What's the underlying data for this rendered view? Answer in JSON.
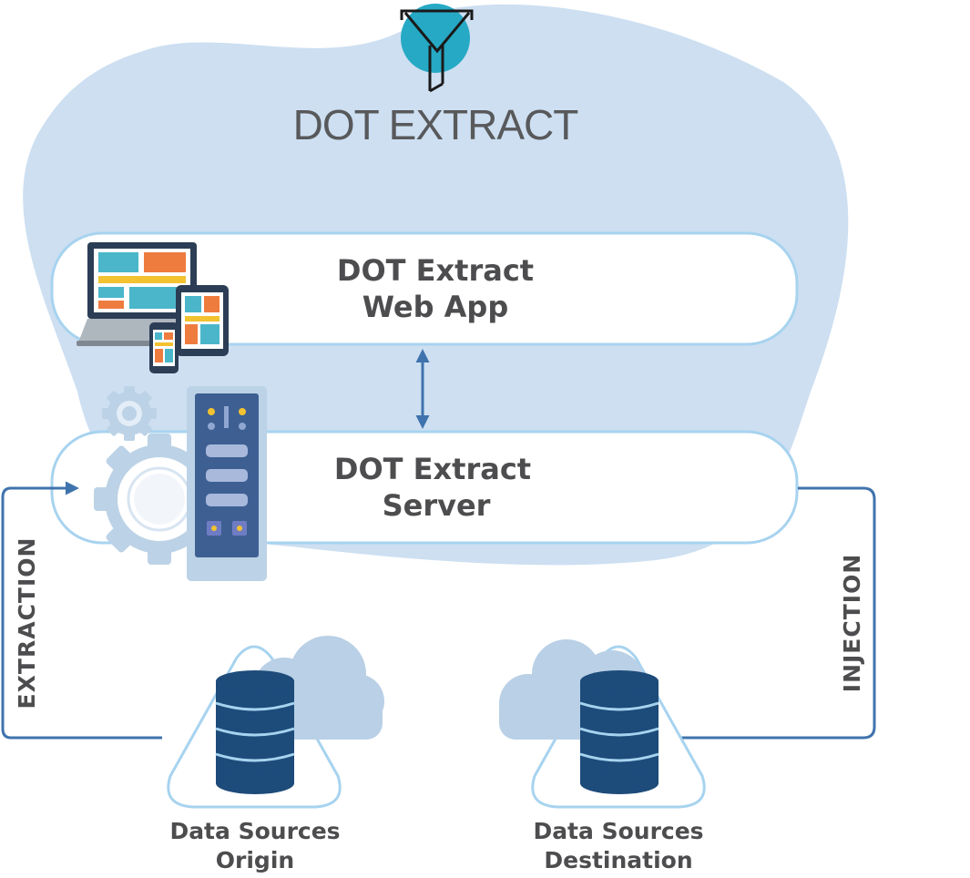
{
  "brand": {
    "name": "DOT EXTRACT"
  },
  "components": {
    "web_app": {
      "line1": "DOT Extract",
      "line2": "Web App"
    },
    "server": {
      "line1": "DOT Extract",
      "line2": "Server"
    }
  },
  "flows": {
    "extraction": "EXTRACTION",
    "injection": "INJECTION"
  },
  "data_sources": {
    "origin": {
      "line1": "Data Sources",
      "line2": "Origin"
    },
    "destination": {
      "line1": "Data Sources",
      "line2": "Destination"
    }
  },
  "colors": {
    "blob": "#cddff1",
    "box_border": "#a7d3ef",
    "arrow": "#3f73ad",
    "database": "#1d4b7a",
    "cloud": "#b9d0e6",
    "logo_circle": "#26a9c5",
    "text": "#4d4d4f"
  }
}
